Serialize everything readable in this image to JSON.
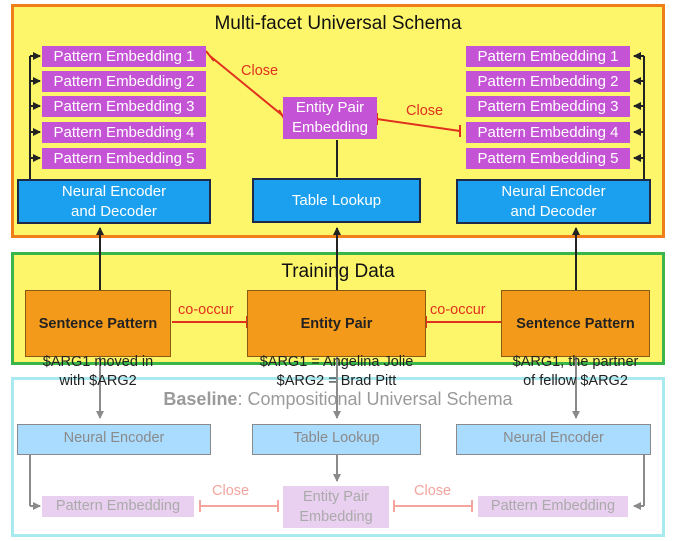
{
  "multi_facet": {
    "title": "Multi-facet Universal Schema",
    "left_patterns": [
      "Pattern Embedding 1",
      "Pattern Embedding 2",
      "Pattern Embedding 3",
      "Pattern Embedding 4",
      "Pattern Embedding 5"
    ],
    "right_patterns": [
      "Pattern Embedding 1",
      "Pattern Embedding 2",
      "Pattern Embedding 3",
      "Pattern Embedding 4",
      "Pattern Embedding 5"
    ],
    "entity_pair": "Entity Pair\nEmbedding",
    "close_left": "Close",
    "close_right": "Close",
    "left_encoder": "Neural Encoder\nand Decoder",
    "table_lookup": "Table Lookup",
    "right_encoder": "Neural Encoder\nand Decoder"
  },
  "training": {
    "title": "Training Data",
    "left_pattern": {
      "head": "Sentence Pattern",
      "body": "$ARG1 moved in\nwith $ARG2"
    },
    "entity_pair": {
      "head": "Entity Pair",
      "body": "$ARG1 = Angelina Jolie\n$ARG2 = Brad Pitt"
    },
    "right_pattern": {
      "head": "Sentence Pattern",
      "body": "$ARG1, the partner\nof fellow $ARG2"
    },
    "cooccur_left": "co-occur",
    "cooccur_right": "co-occur"
  },
  "baseline": {
    "title_bold": "Baseline",
    "title_rest": ": Compositional Universal Schema",
    "left_encoder": "Neural Encoder",
    "table_lookup": "Table Lookup",
    "right_encoder": "Neural Encoder",
    "left_pattern": "Pattern Embedding",
    "entity_pair": "Entity Pair\nEmbedding",
    "right_pattern": "Pattern Embedding",
    "close_left": "Close",
    "close_right": "Close"
  },
  "colors": {
    "top_panel_bg": "#fdf66a",
    "top_panel_border": "#f07f1a",
    "mid_panel_bg": "#fdf66a",
    "mid_panel_border": "#3ab54a",
    "bottom_panel_border": "#a8eaf0",
    "close_line": "#e0301e",
    "close_line_faded": "#f4a59d"
  }
}
